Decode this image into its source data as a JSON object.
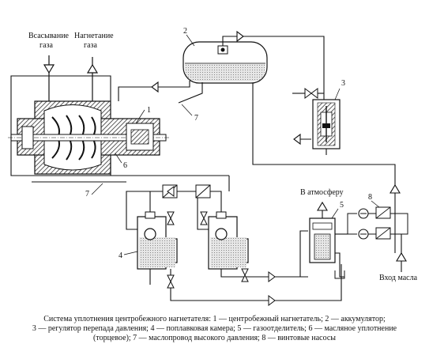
{
  "labels": {
    "suction": [
      "Всасывание",
      "газа"
    ],
    "discharge": [
      "Нагнетание",
      "газа"
    ],
    "to_atmosphere": "В атмосферу",
    "oil_inlet": "Вход масла"
  },
  "numbers": {
    "n1": "1",
    "n2": "2",
    "n3": "3",
    "n4": "4",
    "n5": "5",
    "n6": "6",
    "n7a": "7",
    "n7b": "7",
    "n8": "8"
  },
  "caption": {
    "line1": "Система уплотнения центробежного нагнетателя: 1 — центробежный нагнетатель; 2 — аккумулятор;",
    "line2": "3 — регулятор перепада давления; 4 — поплавковая камера; 5 — газоотделитель; 6 — масляное уплотнение",
    "line3": "(торцевое); 7 — маслопровод высокого давления; 8 — винтовые насосы"
  },
  "colors": {
    "line": "#111111",
    "fill_hatch": "#9a9a9a",
    "liquid": "#d9d9d9"
  }
}
